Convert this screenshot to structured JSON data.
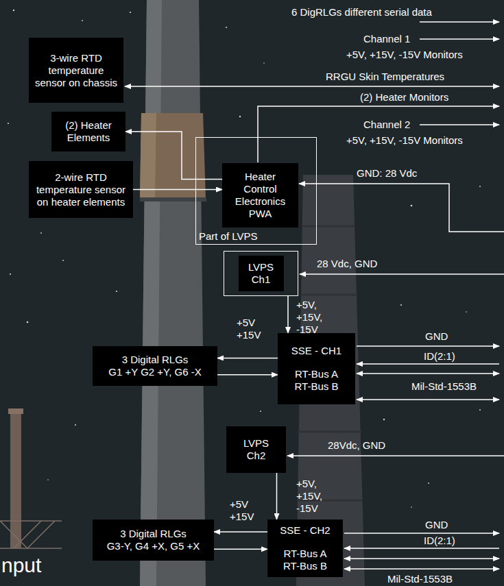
{
  "diagram": {
    "nodes": [
      {
        "text": [
          "3-wire RTD temperature sensor on chassis"
        ]
      },
      {
        "text": [
          "(2) Heater Elements"
        ]
      },
      {
        "text": [
          "2-wire RTD temperature sensor on heater elements"
        ]
      },
      {
        "text": [
          "Part of LVPS"
        ]
      },
      {
        "text": [
          "Heater Control Electronics PWA"
        ],
        "in": 3
      },
      {
        "text": [
          "LVPS Ch1"
        ]
      },
      {
        "text": [
          "SSE - CH1",
          "RT-Bus A",
          "RT-Bus B"
        ]
      },
      {
        "text": [
          "3 Digital RLGs",
          "G1 +Y G2 +Y, G6 -X"
        ]
      },
      {
        "text": [
          "LVPS Ch2"
        ]
      },
      {
        "text": [
          "SSE - CH2",
          "RT-Bus A",
          "RT-Bus B"
        ]
      },
      {
        "text": [
          "3 Digital RLGs",
          "G3-Y, G4 +X, G5 +X"
        ]
      }
    ],
    "edges": [
      {
        "from": 4,
        "to": 1,
        "arrow": "to"
      },
      {
        "from": 2,
        "to": 4,
        "arrow": "to"
      },
      {
        "from": 5,
        "to": 6,
        "label": "+5V, +15V, -15V",
        "arrow": "to"
      },
      {
        "from": 6,
        "to": 7,
        "label": "+5V +15V",
        "arrow": "to"
      },
      {
        "from": 7,
        "to": 6,
        "arrow": "to"
      },
      {
        "from": 8,
        "to": 9,
        "label": "+5V, +15V, -15V",
        "arrow": "to"
      },
      {
        "from": 9,
        "to": 10,
        "label": "+5V +15V",
        "arrow": "to"
      },
      {
        "from": 10,
        "to": 9,
        "arrow": "to"
      }
    ],
    "labels": [
      "6 DigRLGs different serial data",
      "Channel 1",
      "+5V, +15V, -15V Monitors",
      "RRGU Skin Temperatures",
      "(2) Heater Monitors",
      "Channel 2",
      "+5V, +15V, -15V Monitors",
      "GND: 28 Vdc",
      "28 Vdc, GND",
      "GND",
      "ID(2:1)",
      "Mil-Std-1553B",
      "28Vdc, GND",
      "GND",
      "ID(2:1)",
      "Mil-Std-1553B",
      "nput"
    ]
  }
}
